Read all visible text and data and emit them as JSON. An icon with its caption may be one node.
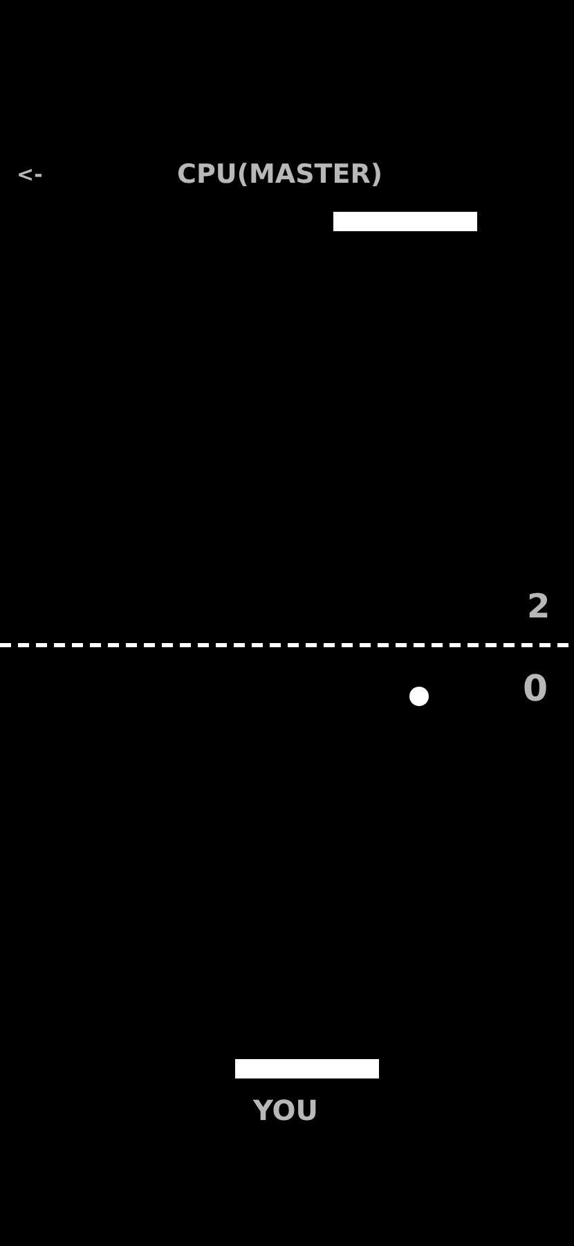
{
  "diagram": {
    "labels": [
      "<-",
      "CPU(MASTER)",
      "2",
      "0",
      "YOU"
    ]
  }
}
